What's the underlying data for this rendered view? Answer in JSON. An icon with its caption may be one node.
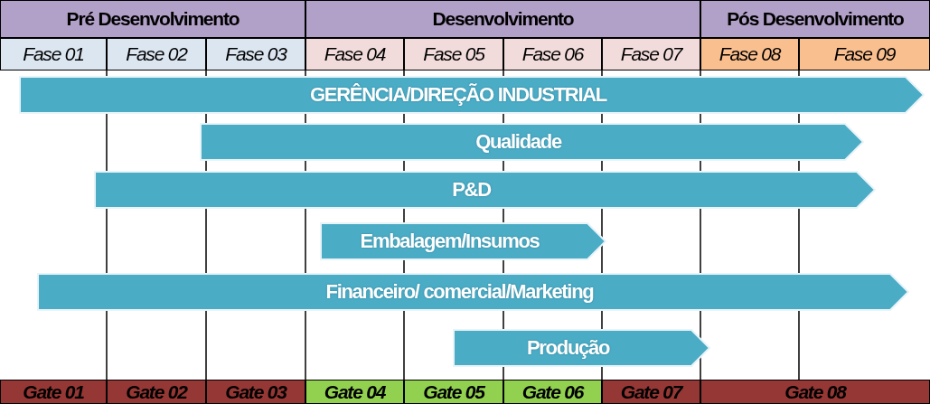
{
  "diagram": {
    "nodes": [
      {
        "text": [
          "GERÊNCIA/DIREÇÃO INDUSTRIAL"
        ]
      },
      {
        "text": [
          "Qualidade"
        ]
      },
      {
        "text": [
          "P&D"
        ]
      },
      {
        "text": [
          "Embalagem/Insumos"
        ]
      },
      {
        "text": [
          "Financeiro/ comercial/Marketing"
        ]
      },
      {
        "text": [
          "Produção"
        ]
      }
    ],
    "labels": [
      "Pré Desenvolvimento",
      "Desenvolvimento",
      "Pós Desenvolvimento",
      "Fase 01",
      "Fase 02",
      "Fase 03",
      "Fase 04",
      "Fase 05",
      "Fase 06",
      "Fase 07",
      "Fase 08",
      "Fase 09",
      "Gate 01",
      "Gate 02",
      "Gate 03",
      "Gate 04",
      "Gate 05",
      "Gate 06",
      "Gate 07",
      "Gate 08"
    ]
  }
}
